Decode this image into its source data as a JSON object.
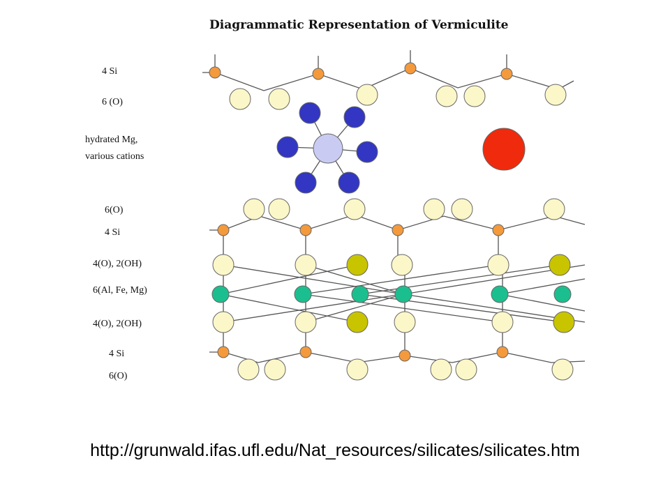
{
  "title": "Diagrammatic Representation of Vermiculite",
  "labels": {
    "top_si": "4 Si",
    "top_o": "6 (O)",
    "interlayer_line1": "hydrated Mg,",
    "interlayer_line2": "various cations",
    "layer_o": "6(O)",
    "layer_si": "4 Si",
    "upper_oh": "4(O), 2(OH)",
    "octahedral": "6(Al, Fe, Mg)",
    "lower_oh": "4(O), 2(OH)",
    "bottom_si": "4 Si",
    "bottom_o": "6(O)"
  },
  "url": "http://grunwald.ifas.ufl.edu/Nat_resources/silicates/silicates.htm",
  "colors": {
    "silicon": "#f49a3c",
    "oxygen": "#fbf7c8",
    "hydroxyl": "#c8c400",
    "octahedral_cation": "#1bbf8f",
    "water": "#3236c2",
    "mg": "#c9cbf3",
    "cation": "#f02a0c"
  }
}
